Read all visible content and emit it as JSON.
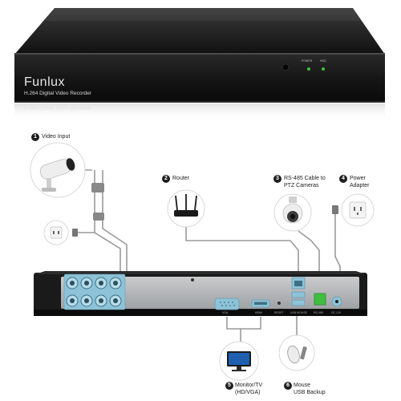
{
  "dvr": {
    "brand": "Funlux",
    "model": "H.264 Digital Video Recorder",
    "indicators": [
      "POWER",
      "HDD"
    ]
  },
  "callouts": [
    {
      "number": "1",
      "lines": [
        "Video Input"
      ]
    },
    {
      "number": "2",
      "lines": [
        "Router"
      ]
    },
    {
      "number": "3",
      "lines": [
        "RS-485 Cable to",
        "PTZ Cameras"
      ]
    },
    {
      "number": "4",
      "lines": [
        "Power",
        "Adapter"
      ]
    },
    {
      "number": "5",
      "lines": [
        "Monitor/TV",
        "(HD/VGA)"
      ]
    },
    {
      "number": "6",
      "lines": [
        "Mouse",
        "USB Backup"
      ]
    }
  ],
  "rear_panel": {
    "ports": [
      "VGA",
      "HDMI",
      "RESET",
      "USB MOUSE",
      "RS-485",
      "DC 12V"
    ]
  },
  "colors": {
    "dvr_body": "#151515",
    "port_blue": "#8dc3d8",
    "led_green": "#3fbf3f",
    "cable": "#9a9a9a"
  }
}
